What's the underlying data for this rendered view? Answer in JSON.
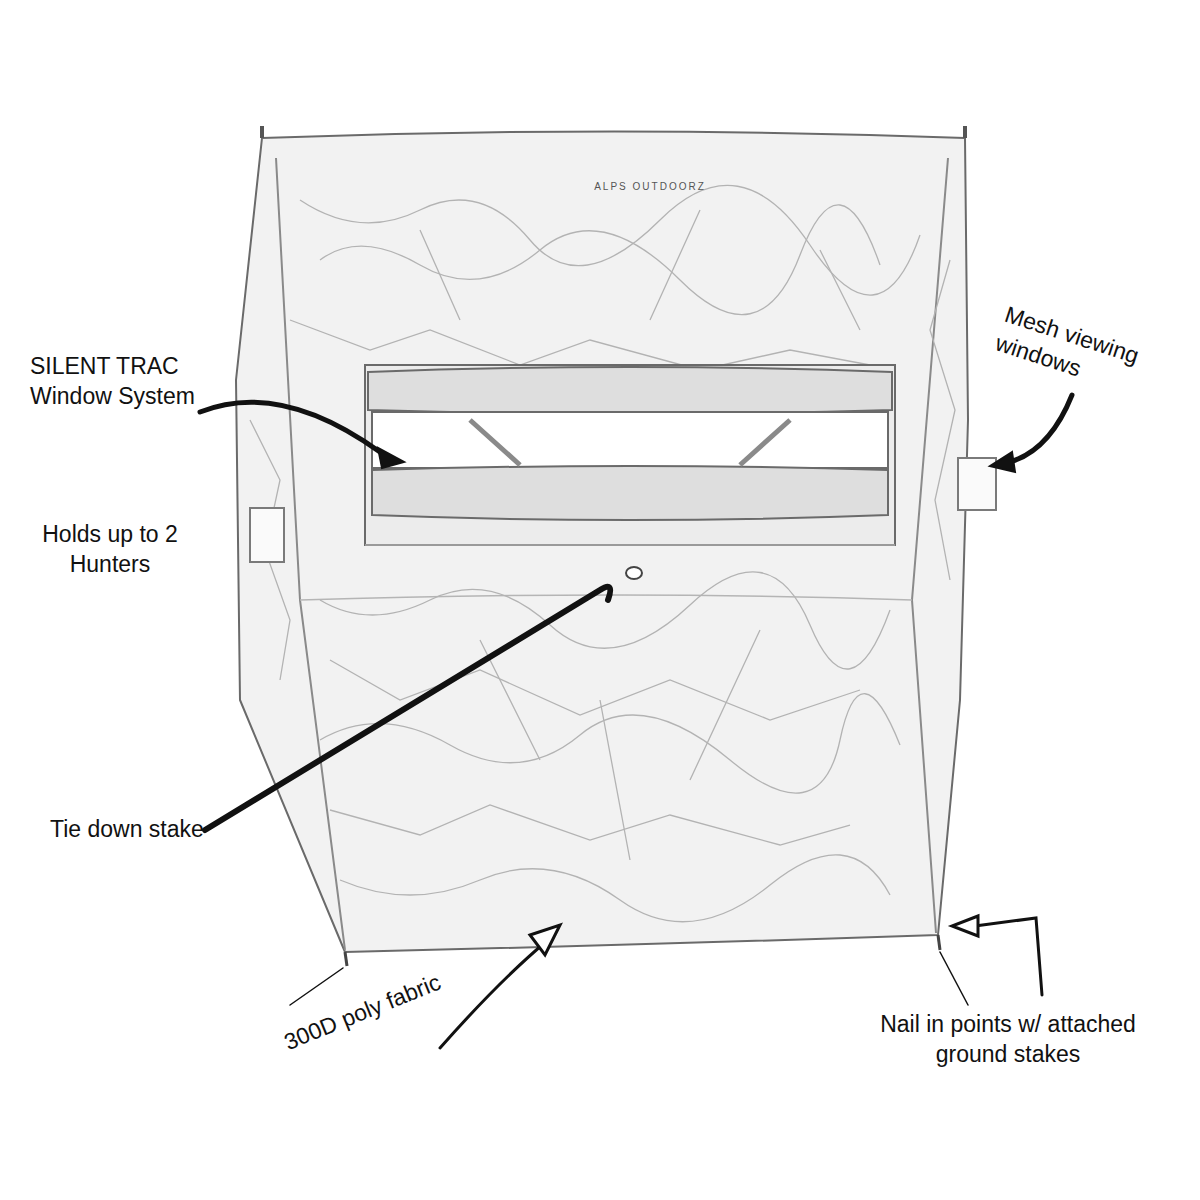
{
  "diagram": {
    "labels": [
      "ALPS OUTDOORZ",
      "SILENT TRAC Window System",
      "Mesh viewing windows",
      "Holds up to 2 Hunters",
      "Tie down stake",
      "300D poly fabric",
      "Nail in points w/ attached ground stakes"
    ]
  }
}
